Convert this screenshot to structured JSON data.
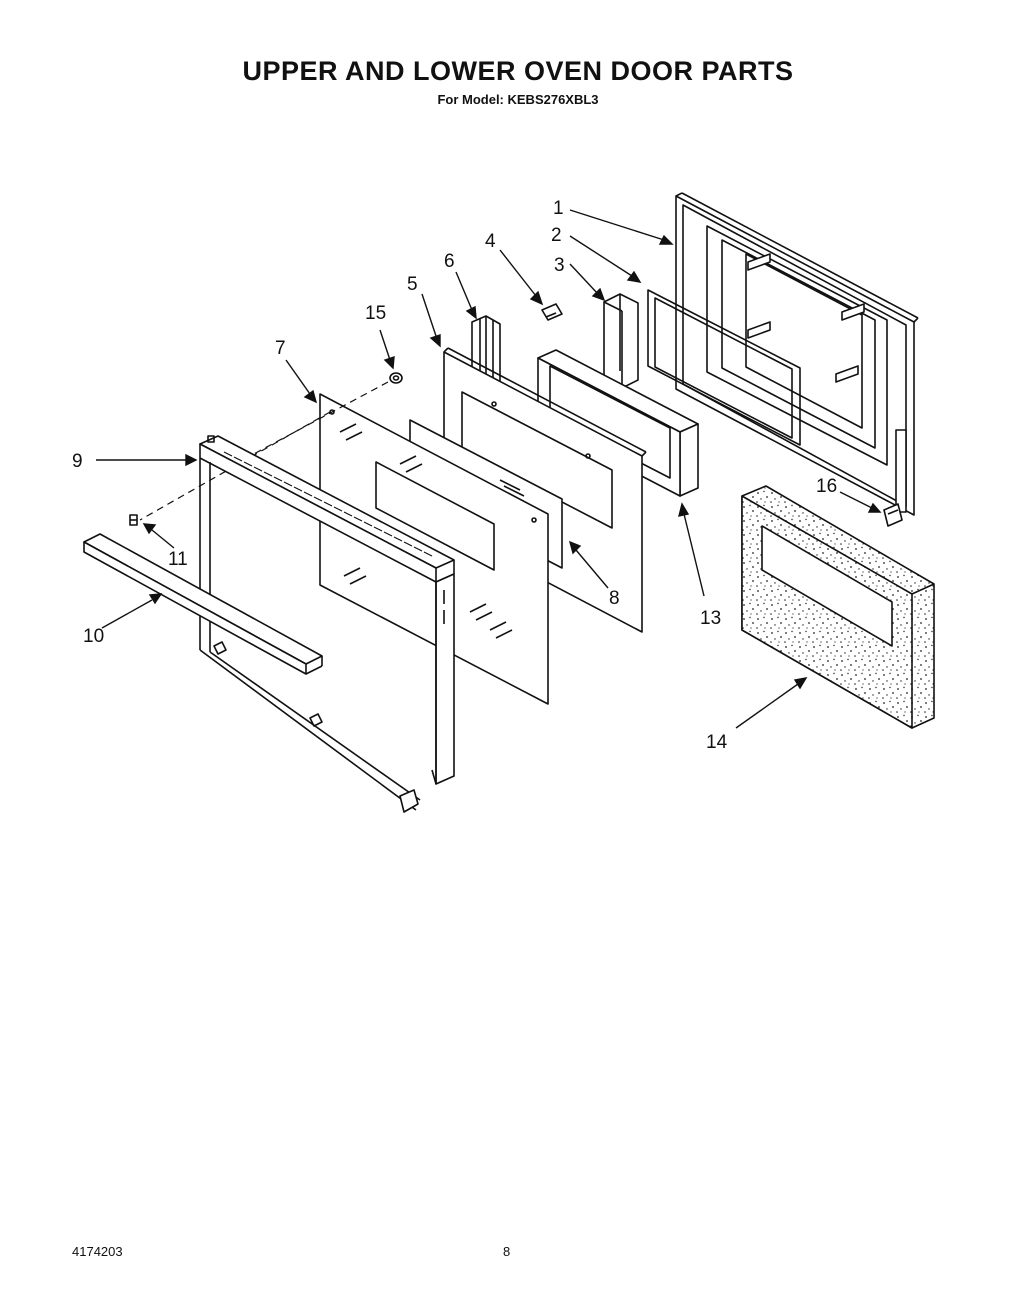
{
  "header": {
    "title": "UPPER AND LOWER OVEN DOOR PARTS",
    "subtitle": "For Model: KEBS276XBL3"
  },
  "callouts": {
    "c1": "1",
    "c2": "2",
    "c3": "3",
    "c4": "4",
    "c5": "5",
    "c6": "6",
    "c7": "7",
    "c8": "8",
    "c9": "9",
    "c10": "10",
    "c11": "11",
    "c13": "13",
    "c14": "14",
    "c15": "15",
    "c16": "16"
  },
  "footer": {
    "doc_number": "4174203",
    "page_number": "8"
  }
}
